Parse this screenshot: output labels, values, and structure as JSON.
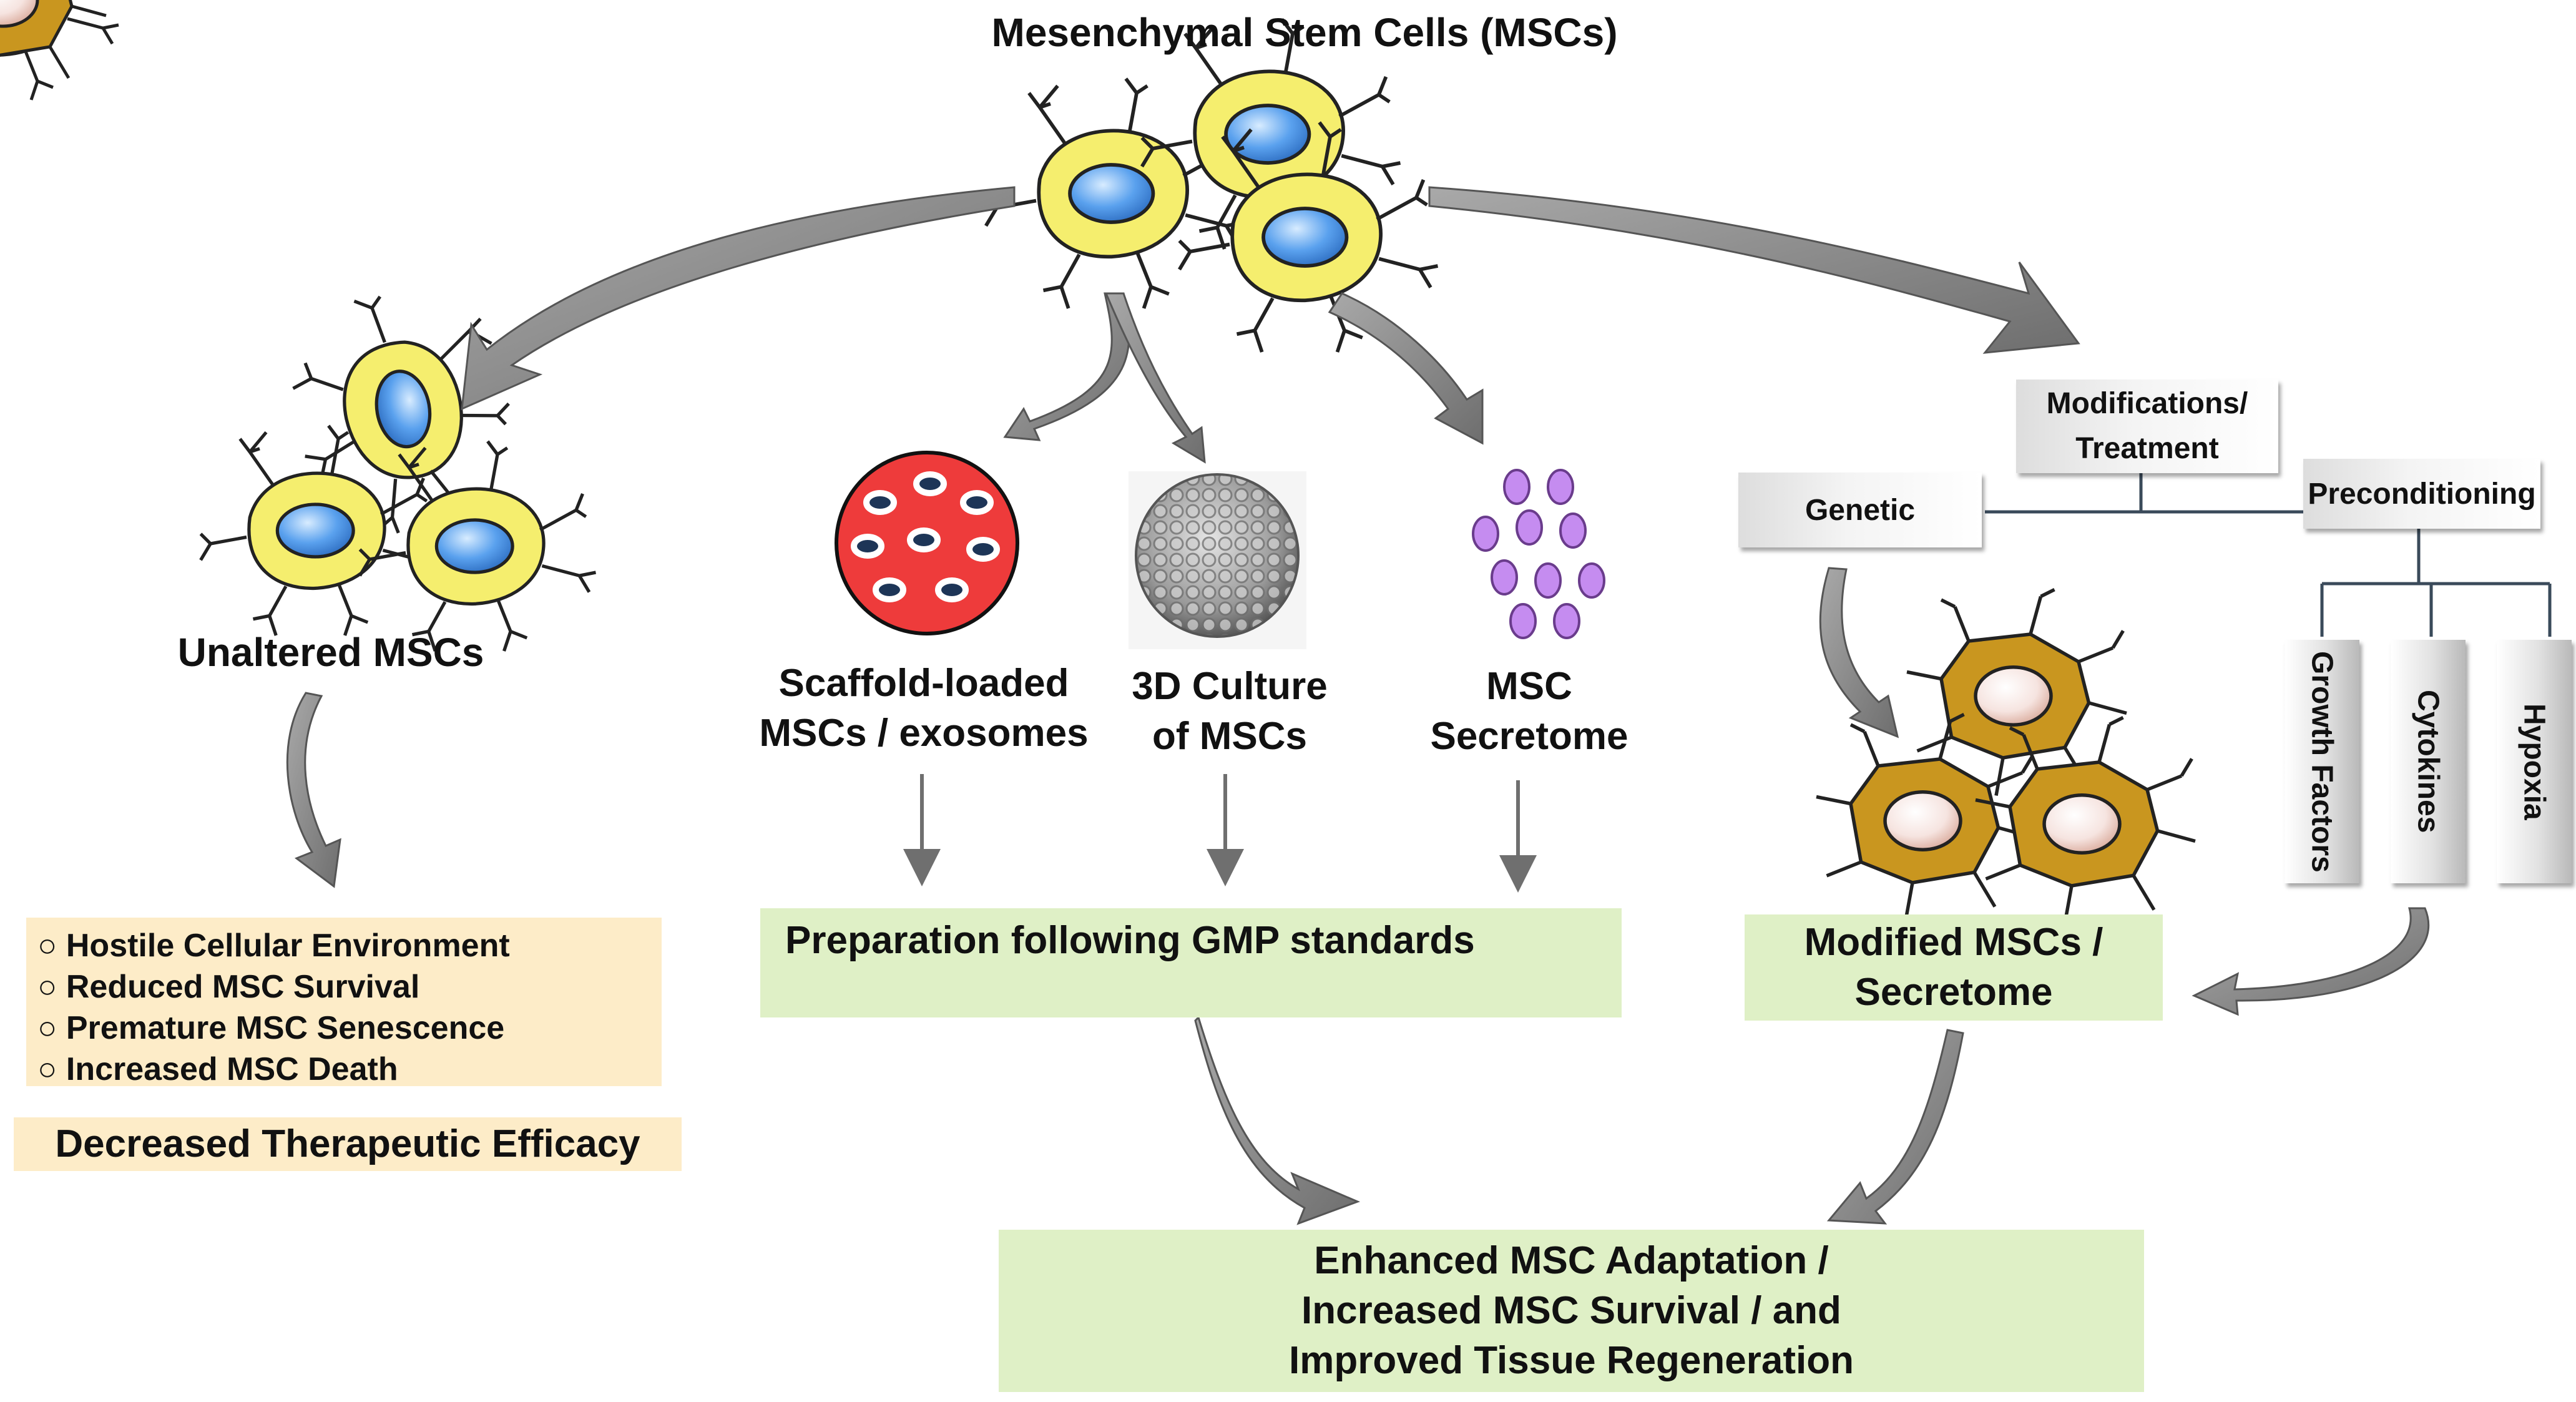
{
  "title": "Mesenchymal Stem Cells (MSCs)",
  "left": {
    "label": "Unaltered MSCs",
    "issues": [
      "Hostile Cellular Environment",
      "Reduced MSC Survival",
      "Premature MSC Senescence",
      "Increased MSC Death"
    ],
    "bullet": "○",
    "outcome": "Decreased Therapeutic Efficacy"
  },
  "middle": {
    "scaffold_label": [
      "Scaffold-loaded",
      "MSCs / exosomes"
    ],
    "culture_label": [
      "3D Culture",
      "of MSCs"
    ],
    "secretome_label": [
      "MSC",
      "Secretome"
    ],
    "gmp_box": "Preparation following GMP standards"
  },
  "right": {
    "modifications": [
      "Modifications/",
      "Treatment"
    ],
    "genetic": "Genetic",
    "preconditioning": "Preconditioning",
    "sub": [
      "Growth Factors",
      "Cytokines",
      "Hypoxia"
    ],
    "modified_box": [
      "Modified MSCs /",
      "Secretome"
    ]
  },
  "bottom": [
    "Enhanced MSC Adaptation /",
    "Increased MSC Survival / and",
    "Improved Tissue Regeneration"
  ],
  "colors": {
    "cell_fill": "#f5ee6e",
    "nucleus": "#4a8fe0",
    "modified_cell": "#c9961f",
    "scaffold_red": "#ee3b3b",
    "secretome_purple": "#c58cf0",
    "green_box": "#dff0c6",
    "tan_box": "#fdecc8",
    "arrow_gray": "#8a8a8a"
  }
}
